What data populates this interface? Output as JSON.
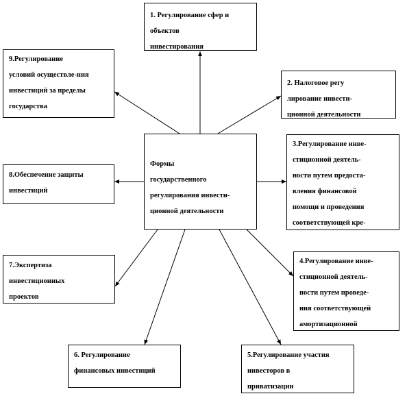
{
  "center": {
    "lines": [
      "Формы",
      "государственного",
      "регулирования инвести-",
      "ционной деятельности"
    ]
  },
  "boxes": {
    "b1": [
      "1. Регулирование сфер и",
      "объектов",
      "инвестирования"
    ],
    "b2": [
      "2. Налоговое регу",
      "лирование инвести-",
      "ционной деятельности"
    ],
    "b3": [
      "3.Регулирование инве-",
      "стиционной деятель-",
      "ности путем предоста-",
      "вления финансовой",
      "помощи и проведения",
      "соответствующей кре-"
    ],
    "b4": [
      "4.Регулирование инве-",
      "стиционной деятель-",
      "ности путем проведе-",
      "ния соответствующей",
      "амортизационной"
    ],
    "b5": [
      "5.Регулирование участия",
      "инвесторов в",
      "приватизации"
    ],
    "b6": [
      "6. Регулирование",
      "финансовых инвестиций"
    ],
    "b7": [
      "7.Экспертиза",
      "инвестиционных",
      "проектов"
    ],
    "b8": [
      "8.Обеспечение защиты",
      "инвестиций"
    ],
    "b9": [
      "9.Регулирование",
      "условий осуществле-ния",
      "инвестиций за пределы",
      "государства"
    ]
  }
}
